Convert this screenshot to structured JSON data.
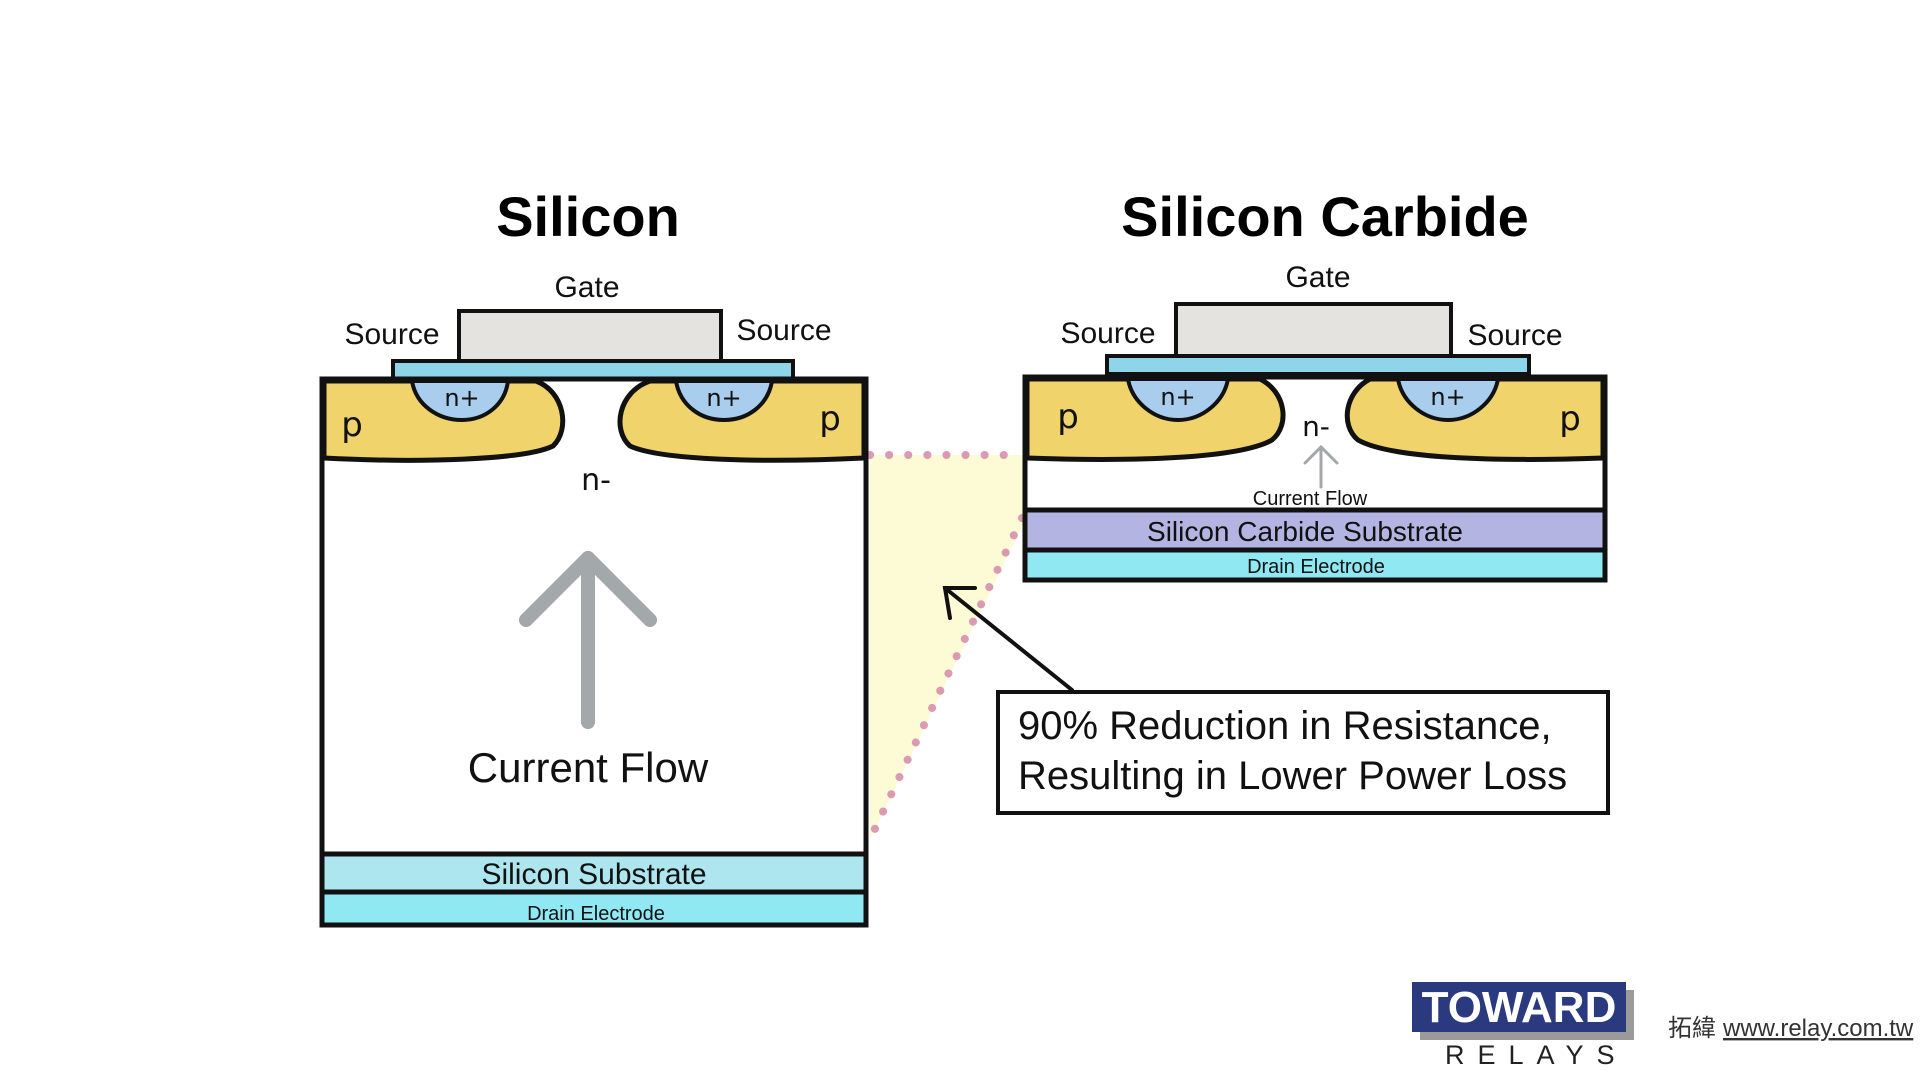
{
  "silicon": {
    "title": "Silicon",
    "gate": "Gate",
    "source_left": "Source",
    "source_right": "Source",
    "p_left": "p",
    "p_right": "p",
    "n_plus_left": "n+",
    "n_plus_right": "n+",
    "n_minus": "n-",
    "current_flow": "Current Flow",
    "substrate": "Silicon Substrate",
    "drain": "Drain Electrode"
  },
  "silicon_carbide": {
    "title": "Silicon Carbide",
    "gate": "Gate",
    "source_left": "Source",
    "source_right": "Source",
    "p_left": "p",
    "p_right": "p",
    "n_plus_left": "n+",
    "n_plus_right": "n+",
    "n_minus": "n-",
    "current_flow": "Current Flow",
    "substrate": "Silicon Carbide Substrate",
    "drain": "Drain Electrode"
  },
  "callout": {
    "line1": "90% Reduction in Resistance,",
    "line2": "Resulting in Lower Power Loss"
  },
  "logo": {
    "name": "TOWARD",
    "sub": "RELAYS"
  },
  "site": {
    "chinese": "拓緯",
    "url": "www.relay.com.tw"
  },
  "colors": {
    "p_region": "#f1d36c",
    "n_plus": "#a9cdec",
    "oxide": "#8fd5ea",
    "gate": "#e4e3e0",
    "si_substrate": "#aee6ef",
    "sic_substrate": "#b4b4e2",
    "drain": "#8fe8f2",
    "highlight": "#fdfbd6",
    "dots": "#d99ab2",
    "arrow": "#a3a8ab",
    "logo_blue": "#2b3a7e"
  }
}
